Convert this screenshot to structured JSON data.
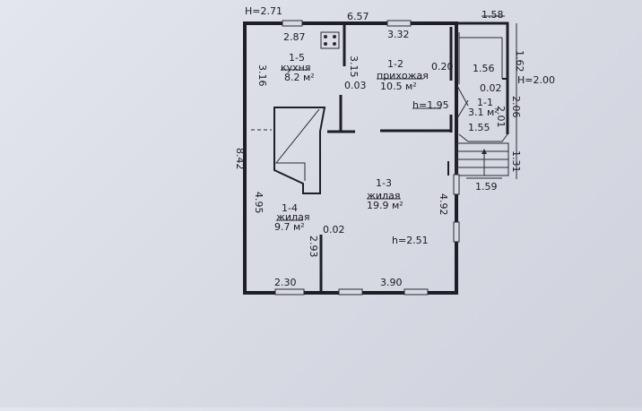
{
  "heights": {
    "main_roof": "H=2.71",
    "porch_roof": "H=2.00",
    "vestibule_ceiling": "h=1.95",
    "living_ceiling": "h=2.51"
  },
  "rooms": {
    "kitchen": {
      "number": "1-5",
      "name": "кухня",
      "area": "8.2 м²"
    },
    "hallway": {
      "number": "1-2",
      "name": "прихожая",
      "area": "10.5 м²"
    },
    "vestibule": {
      "number": "1-1",
      "area": "3.1 м²"
    },
    "living_main": {
      "number": "1-3",
      "name": "жилая",
      "area": "19.9 м²"
    },
    "living_small": {
      "number": "1-4",
      "name": "жилая",
      "area": "9.7 м²"
    }
  },
  "dimensions": {
    "top_total": "6.57",
    "porch_top": "1.58",
    "porch_right_upper": "1.62",
    "kitchen_width": "2.87",
    "hallway_width": "3.32",
    "kitchen_height": "3.16",
    "kitchen_wall": "3.15",
    "hall_gap_020": "0.20",
    "vestibule_width_upper": "1.56",
    "vestibule_gap": "0.02",
    "vestibule_depth": "2.01",
    "porch_right_mid": "2.06",
    "hall_gap_003": "0.03",
    "vestibule_width_lower": "1.55",
    "left_total": "8.42",
    "small_room_height": "4.95",
    "main_room_height": "4.92",
    "partition_length": "2.93",
    "partition_gap": "0.02",
    "bottom_left": "2.30",
    "bottom_right": "3.90",
    "steps_height": "1.31",
    "steps_width": "1.59"
  }
}
